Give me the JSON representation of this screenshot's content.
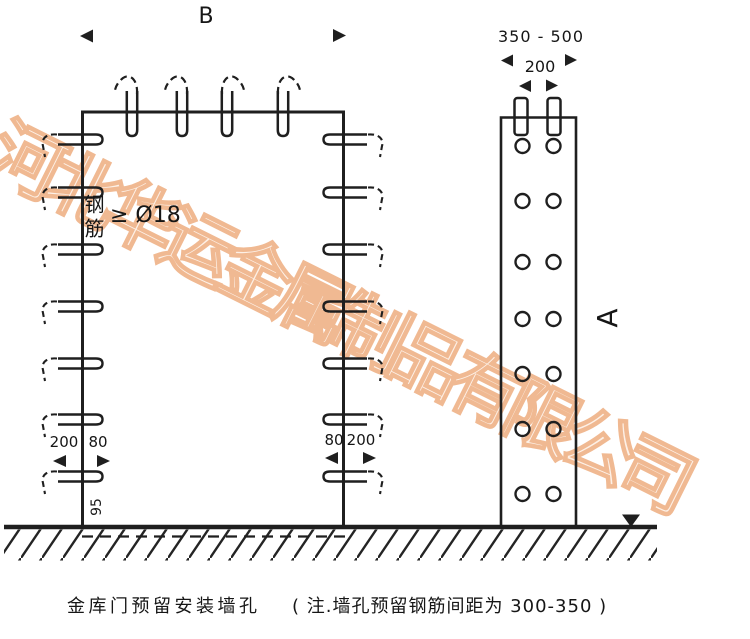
{
  "title_block": {
    "caption_title": "金库门预留安装墙孔",
    "caption_note": "( 注.墙孔预留钢筋间距为 300-350 )"
  },
  "watermark": {
    "text": "河北华运金属制品有限公司",
    "color": "#f0b992"
  },
  "plan_view": {
    "width_label": "B",
    "rebar_label": "钢筋",
    "rebar_spec": "≥ Ø18",
    "left_jamb": {
      "outer_offset": "200",
      "inner_offset": "80"
    },
    "right_jamb": {
      "inner_offset": "80",
      "outer_offset": "200"
    },
    "base_offset": "95"
  },
  "section_view": {
    "height_label": "A",
    "wall_thickness_range": "350 - 500",
    "rebar_gauge_width": "200"
  },
  "colors": {
    "line": "#1f1f1f",
    "watermark_stroke": "#f0b992"
  }
}
